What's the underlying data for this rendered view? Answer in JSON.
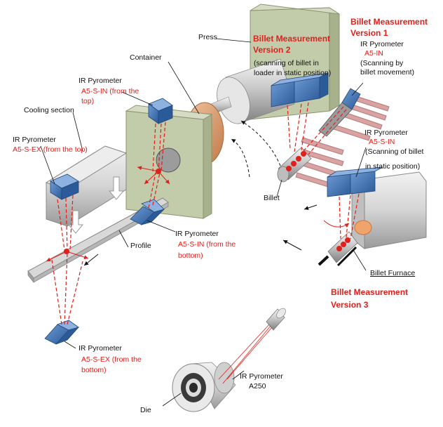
{
  "labels": {
    "press": "Press",
    "container": "Container",
    "cooling_section": "Cooling section",
    "profile": "Profile",
    "billet": "Billet",
    "billet_furnace": "Billet Furnace",
    "die": "Die"
  },
  "measurements": {
    "version1": {
      "title": "Billet Measurement",
      "subtitle": "Version 1"
    },
    "version2": {
      "title": "Billet Measurement",
      "subtitle": "Version 2",
      "note_line1": "(scanning of billet in",
      "note_line2": "loader in static position)"
    },
    "version3": {
      "title": "Billet Measurement",
      "subtitle": "Version 3"
    }
  },
  "pyrometers": [
    {
      "id": "a5-in",
      "name": "IR Pyrometer",
      "model": "A5-IN",
      "note_line1": "(Scanning by",
      "note_line2": "billet movement)"
    },
    {
      "id": "a5-s-in-static",
      "name": "IR Pyrometer",
      "model": "A5-S-IN",
      "note_line1": "(Scanning of billet",
      "note_line2": "in static position)"
    },
    {
      "id": "a5-s-in-top",
      "name": "IR Pyrometer",
      "model_line1": "A5-S-IN (from the",
      "model_line2": "top)"
    },
    {
      "id": "a5-s-ex-top",
      "name": "IR Pyrometer",
      "model": "A5-S-EX (from the top)"
    },
    {
      "id": "a5-s-in-bottom",
      "name": "IR Pyrometer",
      "model_line1": "A5-S-IN (from the",
      "model_line2": "bottom)"
    },
    {
      "id": "a5-s-ex-bottom",
      "name": "IR Pyrometer",
      "model_line1": "A5-S-EX (from the",
      "model_line2": "bottom)"
    },
    {
      "id": "a250",
      "name": "IR Pyrometer",
      "model": "A250"
    }
  ],
  "colors": {
    "label_red": "#e0201b",
    "container_green": "#c2ccaa",
    "sensor_blue": "#3f72b3",
    "billet_copper": "#d99a6c",
    "roller_pink": "#d9a3a3",
    "machine_grey": "#d2d2d2"
  }
}
